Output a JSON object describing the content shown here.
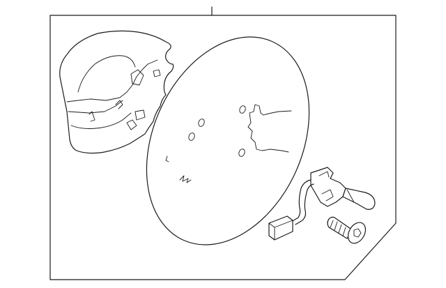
{
  "diagram": {
    "type": "exploded-parts-view",
    "parts": [
      {
        "id": "airbag-module",
        "icon": "airbag-cover-icon"
      },
      {
        "id": "steering-wheel",
        "icon": "steering-wheel-disc-icon"
      },
      {
        "id": "paddle-switch",
        "icon": "paddle-switch-icon"
      },
      {
        "id": "harness-connector",
        "icon": "connector-plug-icon"
      },
      {
        "id": "mounting-bolt",
        "icon": "bolt-icon"
      }
    ],
    "colors": {
      "line": "#1a1a1a",
      "background": "#ffffff"
    }
  }
}
